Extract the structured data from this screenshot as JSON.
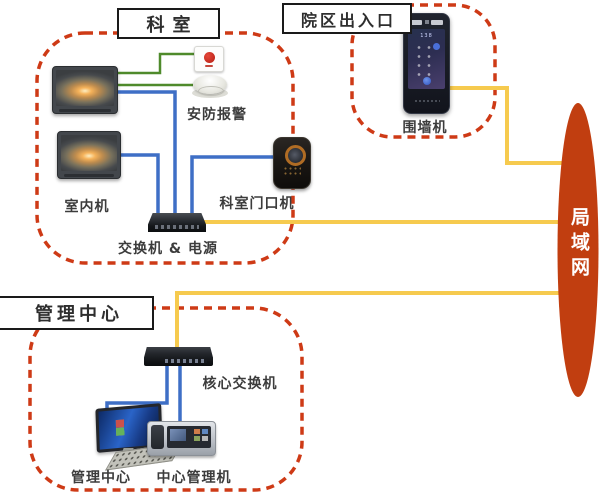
{
  "sections": {
    "department": {
      "title": "科室",
      "indoor_unit_label": "室内机",
      "alarm_label": "安防报警",
      "door_station_label": "科室门口机",
      "switch_label": "交换机 & 电源"
    },
    "entrance": {
      "title": "院区出入口",
      "wall_station_label": "围墙机"
    },
    "management": {
      "title": "管理中心",
      "core_switch_label": "核心交换机",
      "pc_label": "管理中心",
      "console_label": "中心管理机"
    }
  },
  "lan": {
    "label": "局域网"
  },
  "terminal_screen_number": "138",
  "colors": {
    "dashed_border": "#ce3a16",
    "lan_ellipse": "#c13e10",
    "wire_blue": "#3e6fc6",
    "wire_green": "#4f8a2b",
    "wire_yellow": "#f6ca4e",
    "label_text": "#3c3c3c"
  }
}
